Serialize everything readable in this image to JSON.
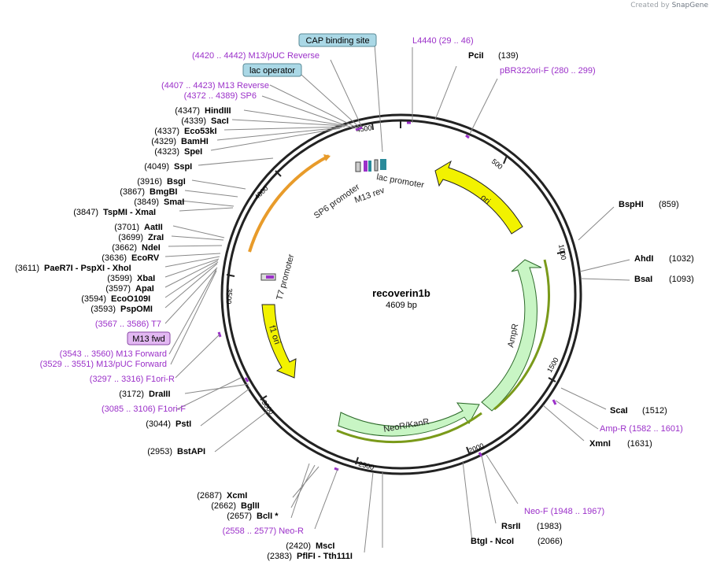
{
  "credit": {
    "prefix": "Created by",
    "brand": "SnapGene"
  },
  "plasmid": {
    "name": "recoverin1b",
    "size_label": "4609 bp",
    "length": 4609
  },
  "colors": {
    "primer": "#9b30c9",
    "enzyme": "#000000",
    "ori": "#f2f200",
    "amp": "#c8f5c4",
    "promoter_box": "#aad8e6",
    "m13fwd_box": "#e2b8f2"
  },
  "ticks": [
    "500",
    "1000",
    "1500",
    "2000",
    "2500",
    "3000",
    "3500",
    "4000",
    "4500"
  ],
  "features": {
    "ori": "ori",
    "ampr": "AmpR",
    "neokan": "NeoR/KanR",
    "f1ori": "f1 ori",
    "t7prom": "T7 promoter",
    "sp6prom": "SP6 promoter",
    "lacprom": "lac promoter",
    "m13rev": "M13 rev"
  },
  "boxes": {
    "cap": "CAP binding site",
    "lacop": "lac operator",
    "m13fwd": "M13 fwd"
  },
  "labels": {
    "enz_4420": "(4420 .. 4442)  M13/pUC Reverse",
    "enz_4407": "(4407 .. 4423)  M13 Reverse",
    "enz_4372": "(4372 .. 4389)  SP6",
    "hindiii_pos": "(4347)",
    "hindiii": "HindIII",
    "saci_pos": "(4339)",
    "saci": "SacI",
    "eco53ki_pos": "(4337)",
    "eco53ki": "Eco53kI",
    "bamhi_pos": "(4329)",
    "bamhi": "BamHI",
    "spei_pos": "(4323)",
    "spei": "SpeI",
    "sspi_pos": "(4049)",
    "sspi": "SspI",
    "bsgi_pos": "(3916)",
    "bsgi": "BsgI",
    "bmgbi_pos": "(3867)",
    "bmgbi": "BmgBI",
    "smai_pos": "(3849)",
    "smai": "SmaI",
    "tspmi_pos": "(3847)",
    "tspmi": "TspMI   - XmaI",
    "aatii_pos": "(3701)",
    "aatii": "AatII",
    "zrai_pos": "(3699)",
    "zrai": "ZraI",
    "ndei_pos": "(3662)",
    "ndei": "NdeI",
    "ecorv_pos": "(3636)",
    "ecorv": "EcoRV",
    "paer7i_pos": "(3611)",
    "paer7i": "PaeR7I   - PspXI   - XhoI",
    "xbai_pos": "(3599)",
    "xbai": "XbaI",
    "apai_pos": "(3597)",
    "apai": "ApaI",
    "eco0109i_pos": "(3594)",
    "eco0109i": "EcoO109I",
    "pspomi_pos": "(3593)",
    "pspomi": "PspOMI",
    "t7_primer": "(3567 .. 3586)  T7",
    "m13f_primer": "(3543 .. 3560)  M13 Forward",
    "m13puc_f_primer": "(3529 .. 3551)  M13/pUC Forward",
    "f1orir_primer": "(3297 .. 3316)  F1ori-R",
    "draiii_pos": "(3172)",
    "draiii": "DraIII",
    "f1orif_primer": "(3085 .. 3106)  F1ori-F",
    "psti_pos": "(3044)",
    "psti": "PstI",
    "bstapi_pos": "(2953)",
    "bstapi": "BstAPI",
    "xcmi_pos": "(2687)",
    "xcmi": "XcmI",
    "bglii_pos": "(2662)",
    "bglii": "BglII",
    "bcli_pos": "(2657)",
    "bcli": "BclI *",
    "neor_primer": "(2558 .. 2577)  Neo-R",
    "msci_pos": "(2420)",
    "msci": "MscI",
    "pflfi_pos": "(2383)",
    "pflfi": "PflFI   - Tth111I",
    "btgi": "BtgI   - NcoI",
    "btgi_pos": "(2066)",
    "rsrii": "RsrII",
    "rsrii_pos": "(1983)",
    "neof_primer": "Neo-F   (1948 .. 1967)",
    "xmni": "XmnI",
    "xmni_pos": "(1631)",
    "ampr_primer": "Amp-R   (1582 .. 1601)",
    "scai": "ScaI",
    "scai_pos": "(1512)",
    "bsai": "BsaI",
    "bsai_pos": "(1093)",
    "ahdi": "AhdI",
    "ahdi_pos": "(1032)",
    "bsphi": "BspHI",
    "bsphi_pos": "(859)",
    "pbr_primer": "pBR322ori-F   (280 .. 299)",
    "pcii": "PciI",
    "pcii_pos": "(139)",
    "l4440_primer": "L4440   (29 .. 46)"
  }
}
